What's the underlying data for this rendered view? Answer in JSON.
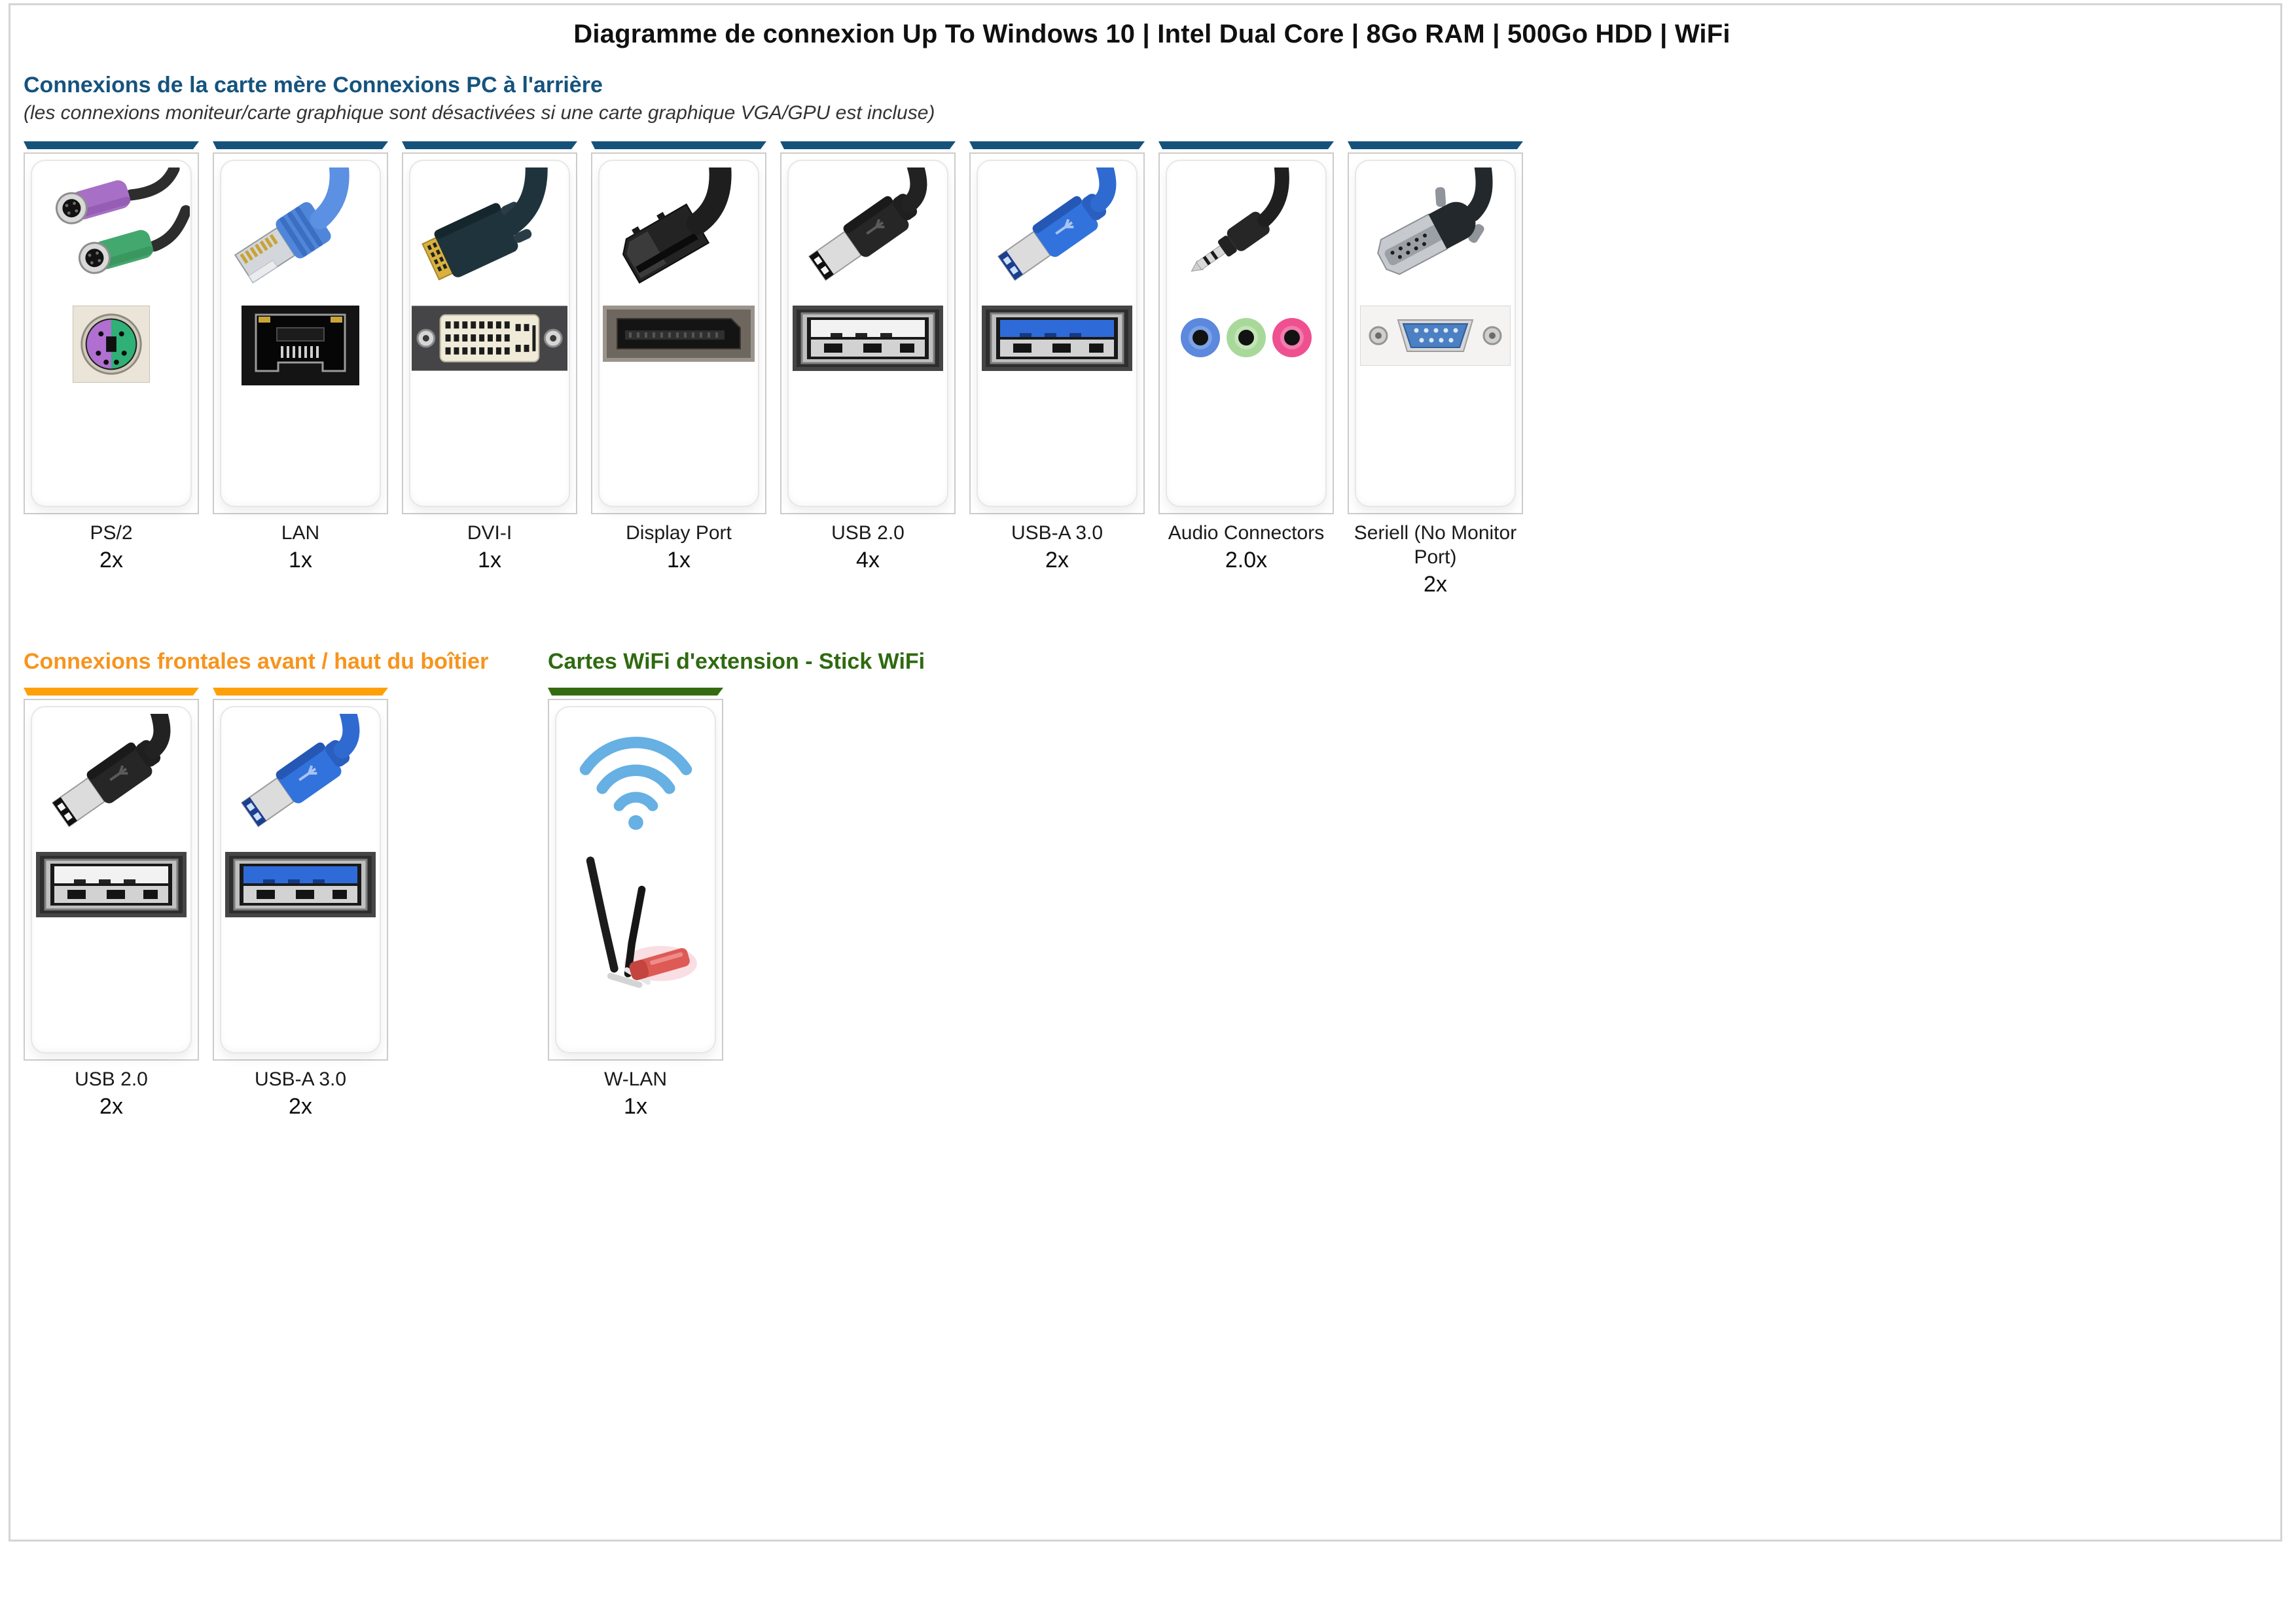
{
  "page": {
    "title": "Diagramme de connexion Up To Windows 10 | Intel Dual Core | 8Go RAM | 500Go HDD | WiFi",
    "border_color": "#d4d4d4"
  },
  "colors": {
    "rear_accent": "#15527b",
    "rear_heading": "#15537e",
    "front_accent": "#ffa008",
    "front_heading": "#f7941d",
    "wifi_accent": "#356b10",
    "wifi_heading": "#2f6a10",
    "wifi_icon_blue": "#66b0e3",
    "audio_jack_blue": "#5c88dd",
    "audio_jack_green": "#a9d89b",
    "audio_jack_pink": "#ef5090",
    "usb3_blue": "#3272dd",
    "ps2_purple": "#a76fc6",
    "ps2_green": "#43a86d"
  },
  "sections": {
    "rear": {
      "heading": "Connexions de la carte mère Connexions PC à l'arrière",
      "subtitle": "(les connexions moniteur/carte graphique sont désactivées si une carte graphique VGA/GPU est incluse)",
      "cards": [
        {
          "label": "PS/2",
          "count": "2x",
          "icon": "ps2-connector"
        },
        {
          "label": "LAN",
          "count": "1x",
          "icon": "rj45-connector"
        },
        {
          "label": "DVI-I",
          "count": "1x",
          "icon": "dvi-connector"
        },
        {
          "label": "Display Port",
          "count": "1x",
          "icon": "displayport-connector"
        },
        {
          "label": "USB 2.0",
          "count": "4x",
          "icon": "usb2-connector"
        },
        {
          "label": "USB-A 3.0",
          "count": "2x",
          "icon": "usb3-connector"
        },
        {
          "label": "Audio Connectors",
          "count": "2.0x",
          "icon": "audio-jack-connector"
        },
        {
          "label": "Seriell (No Monitor Port)",
          "count": "2x",
          "icon": "serial-db9-connector"
        }
      ]
    },
    "front": {
      "heading": "Connexions frontales avant / haut du boîtier",
      "cards": [
        {
          "label": "USB 2.0",
          "count": "2x",
          "icon": "usb2-connector"
        },
        {
          "label": "USB-A 3.0",
          "count": "2x",
          "icon": "usb3-connector"
        }
      ]
    },
    "wifi": {
      "heading": "Cartes WiFi d'extension - Stick WiFi",
      "cards": [
        {
          "label": "W-LAN",
          "count": "1x",
          "icon": "wifi-stick"
        }
      ]
    }
  }
}
